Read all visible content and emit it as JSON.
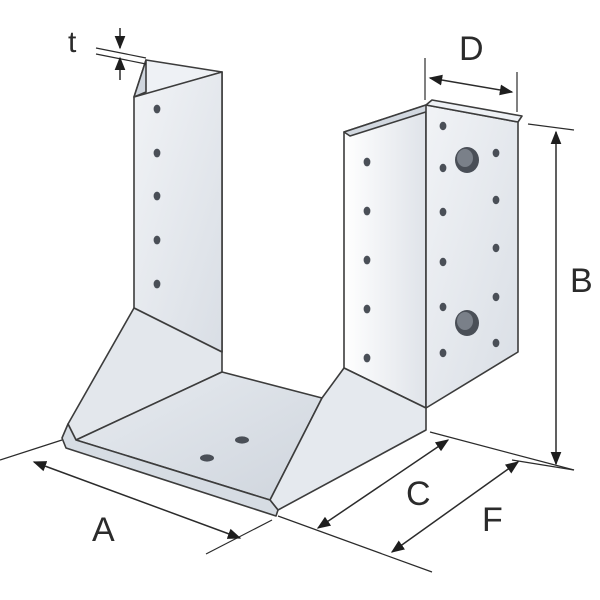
{
  "diagram": {
    "labels": {
      "t": "t",
      "D": "D",
      "B": "B",
      "C": "C",
      "F": "F",
      "A": "A"
    },
    "colors": {
      "background": "#ffffff",
      "metal_light": "#e9edf2",
      "metal_mid": "#d5dbe3",
      "metal_dark": "#c2c9d3",
      "edge": "#3c3c3c",
      "hole": "#4a4f57",
      "dimension": "#2b2b2b"
    }
  }
}
